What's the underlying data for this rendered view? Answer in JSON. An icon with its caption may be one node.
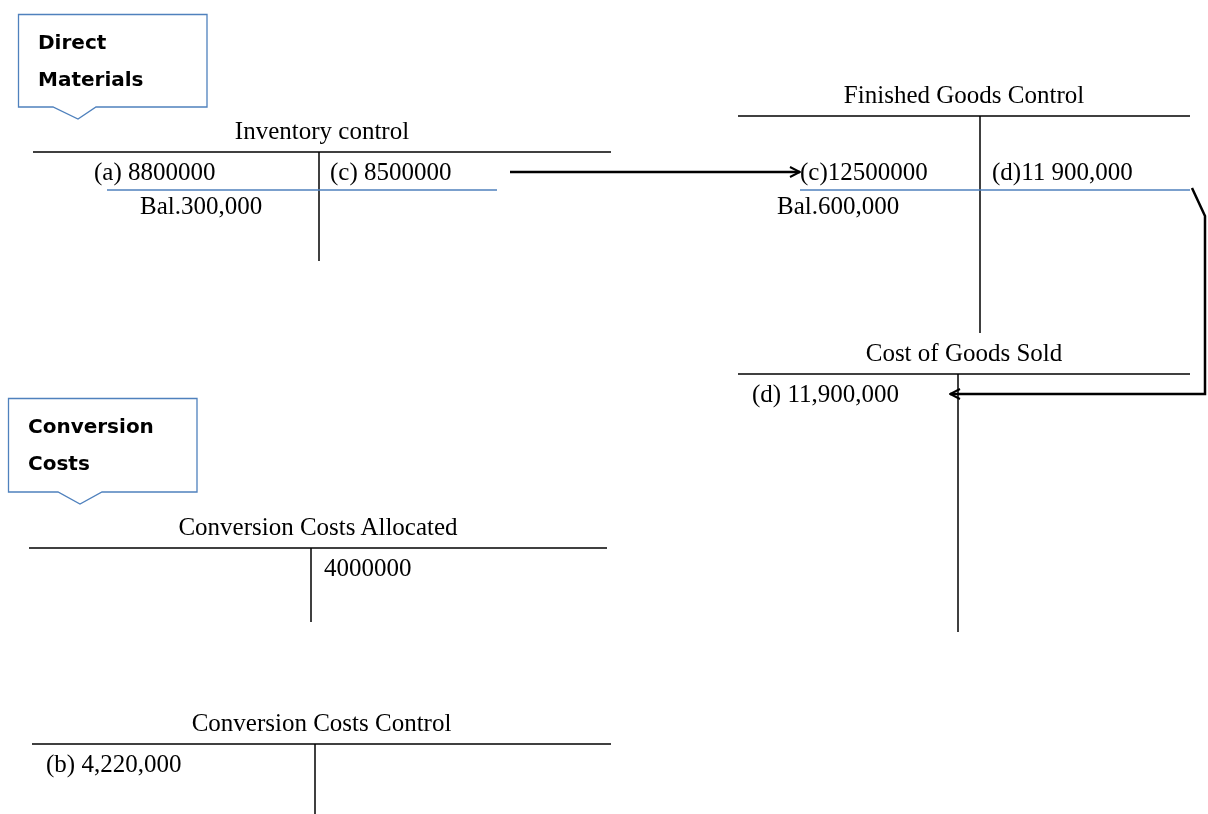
{
  "diagram": {
    "nodes": [
      {
        "text": [
          "Direct Materials"
        ]
      },
      {
        "text": [
          "Inventory control"
        ]
      },
      {
        "text": [
          "(a) 8800000"
        ],
        "in": 1
      },
      {
        "text": [
          "(c) 8500000"
        ],
        "in": 1
      },
      {
        "text": [
          "Bal.300,000"
        ],
        "in": 1
      },
      {
        "text": [
          "Finished Goods Control"
        ]
      },
      {
        "text": [
          "(c)12500000"
        ],
        "in": 5
      },
      {
        "text": [
          "(d)11 900,000"
        ],
        "in": 5
      },
      {
        "text": [
          "Bal.600,000"
        ],
        "in": 5
      },
      {
        "text": [
          "Cost of Goods Sold"
        ]
      },
      {
        "text": [
          "(d) 11,900,000"
        ],
        "in": 9
      },
      {
        "text": [
          "Conversion Costs"
        ]
      },
      {
        "text": [
          "Conversion Costs Allocated"
        ]
      },
      {
        "text": [
          "4000000"
        ],
        "in": 12
      },
      {
        "text": [
          "Conversion Costs Control"
        ]
      },
      {
        "text": [
          "(b) 4,220,000"
        ],
        "in": 14
      }
    ],
    "edges": [
      {
        "from": 3,
        "to": 6,
        "arrow": "to"
      },
      {
        "from": 7,
        "to": 10,
        "arrow": "to"
      }
    ]
  }
}
